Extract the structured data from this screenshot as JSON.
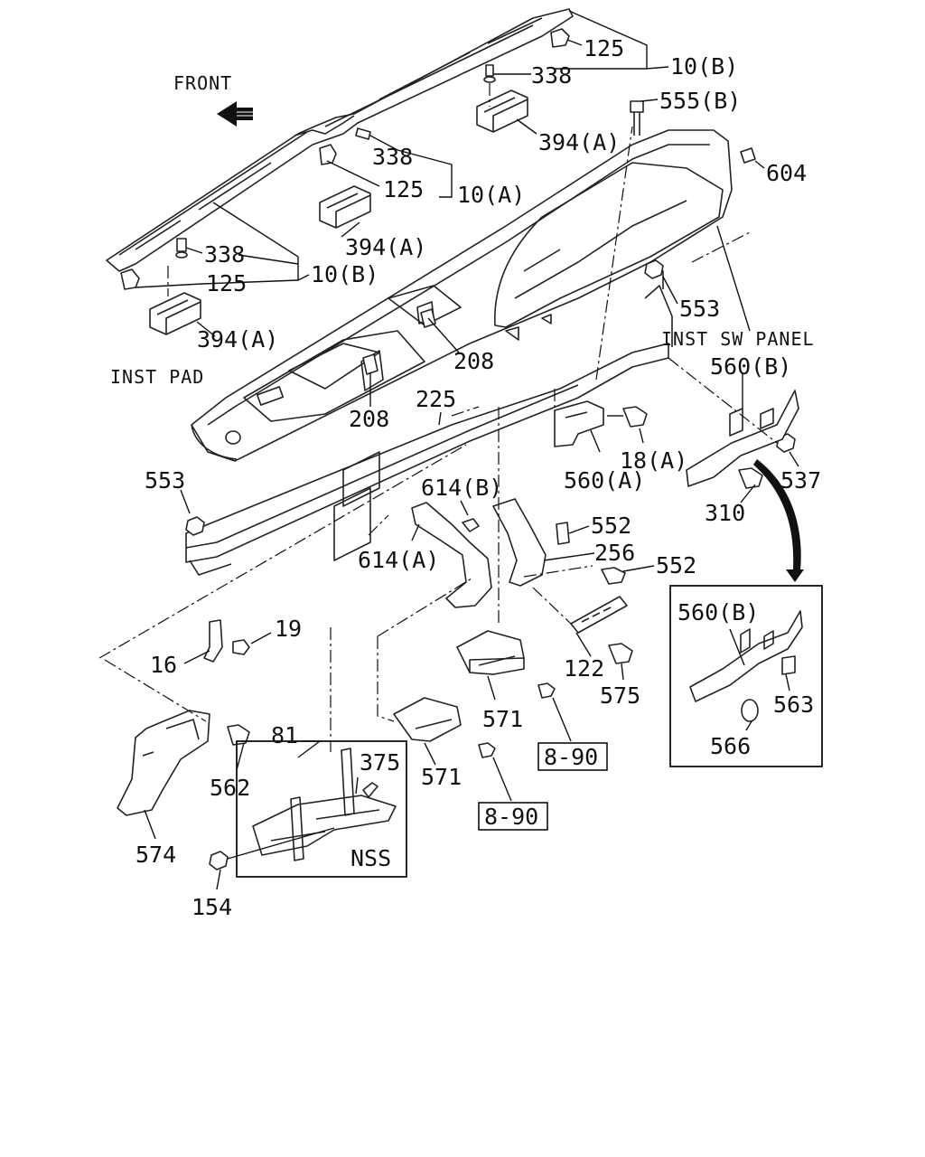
{
  "diagram": {
    "direction_label": "FRONT",
    "assembly_labels": {
      "inst_pad": "INST PAD",
      "inst_sw_panel": "INST SW PANEL",
      "nss": "NSS"
    },
    "callouts": {
      "c125a": "125",
      "c10b_top": "10(B)",
      "c338a": "338",
      "c555b": "555(B)",
      "c394a_top": "394(A)",
      "c604": "604",
      "c338b": "338",
      "c125b": "125",
      "c10a": "10(A)",
      "c394a_mid": "394(A)",
      "c338c": "338",
      "c10b_left": "10(B)",
      "c125c": "125",
      "c394a_left": "394(A)",
      "c553_right": "553",
      "c208a": "208",
      "c208b": "208",
      "c225": "225",
      "c560b_main": "560(B)",
      "c18a": "18(A)",
      "c560a": "560(A)",
      "c537": "537",
      "c310": "310",
      "c553_left": "553",
      "c614b": "614(B)",
      "c614a": "614(A)",
      "c552a": "552",
      "c256": "256",
      "c552b": "552",
      "c19": "19",
      "c16": "16",
      "c122": "122",
      "c575": "575",
      "c571a": "571",
      "c571b": "571",
      "c562": "562",
      "c81": "81",
      "c375": "375",
      "c574": "574",
      "c154": "154",
      "c560b_inset": "560(B)",
      "c563": "563",
      "c566": "566"
    },
    "references": {
      "ref_890_a": "8-90",
      "ref_890_b": "8-90"
    }
  }
}
